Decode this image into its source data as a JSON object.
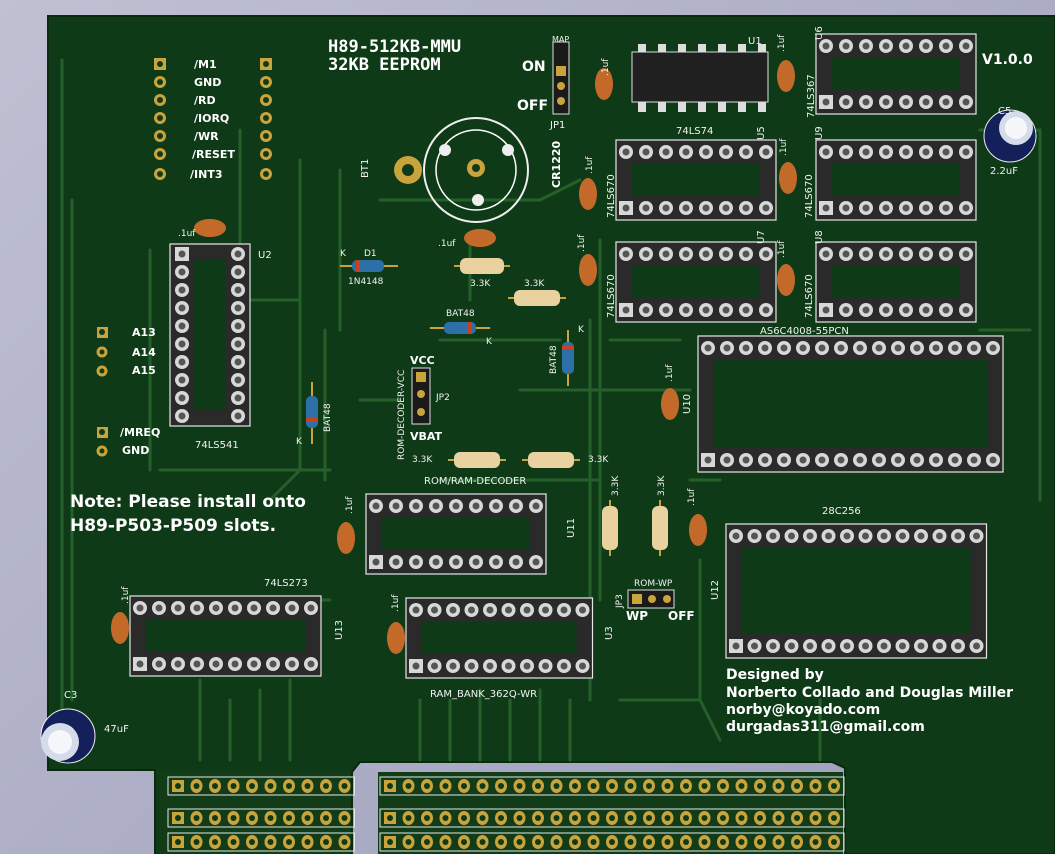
{
  "board": {
    "title": "H89-512KB-MMU",
    "subtitle": "32KB EEPROM",
    "version": "V1.0.0",
    "note_line1": "Note: Please install onto",
    "note_line2": "H89-P503-P509 slots.",
    "credits": [
      "Designed by",
      "Norberto Collado and Douglas Miller",
      "norby@koyado.com",
      "durgadas311@gmail.com"
    ]
  },
  "header_pins": [
    "/M1",
    "GND",
    "/RD",
    "/IORQ",
    "/WR",
    "/RESET",
    "/INT3"
  ],
  "addr_pins": [
    "A13",
    "A14",
    "A15"
  ],
  "mreq_pins": [
    "/MREQ",
    "GND"
  ],
  "jumpers": {
    "jp1": {
      "ref": "JP1",
      "top": "MAP",
      "on": "ON",
      "off": "OFF"
    },
    "jp2": {
      "ref": "JP2",
      "top": "VCC",
      "bottom": "VBAT",
      "side": "ROM-DECODER-VCC"
    },
    "jp3": {
      "ref": "JP3",
      "name": "ROM-WP",
      "left": "WP",
      "right": "OFF"
    }
  },
  "battery": {
    "ref": "BT1",
    "part": "CR1220"
  },
  "chips": [
    {
      "ref": "U1",
      "part": "74LS74"
    },
    {
      "ref": "U2",
      "part": "74LS541"
    },
    {
      "ref": "U3",
      "part": "RAM_BANK_362Q-WR"
    },
    {
      "ref": "U5",
      "part": "74LS670"
    },
    {
      "ref": "U6",
      "part": "74LS367"
    },
    {
      "ref": "U7",
      "part": "74LS670"
    },
    {
      "ref": "U8",
      "part": "74LS670"
    },
    {
      "ref": "U9",
      "part": "74LS670"
    },
    {
      "ref": "U10",
      "part": "AS6C4008-55PCN"
    },
    {
      "ref": "U11",
      "part": "ROM/RAM-DECODER"
    },
    {
      "ref": "U12",
      "part": "28C256"
    },
    {
      "ref": "U13",
      "part": "74LS273"
    }
  ],
  "passives": {
    "cap_value": ".1uf",
    "c5": {
      "ref": "C5",
      "value": "2.2uF"
    },
    "c3": {
      "ref": "C3",
      "value": "47uF"
    },
    "resistor_value": "3.3K",
    "d1": {
      "ref": "D1",
      "part": "1N4148"
    },
    "diode_part": "BAT48",
    "k": "K"
  },
  "colors": {
    "board": "#0f3a17",
    "copper": "#245a25",
    "silk": "#f2f2f2",
    "gold": "#c9a33c",
    "cap_body": "#c36a2a",
    "res_body": "#e9d2a0"
  }
}
